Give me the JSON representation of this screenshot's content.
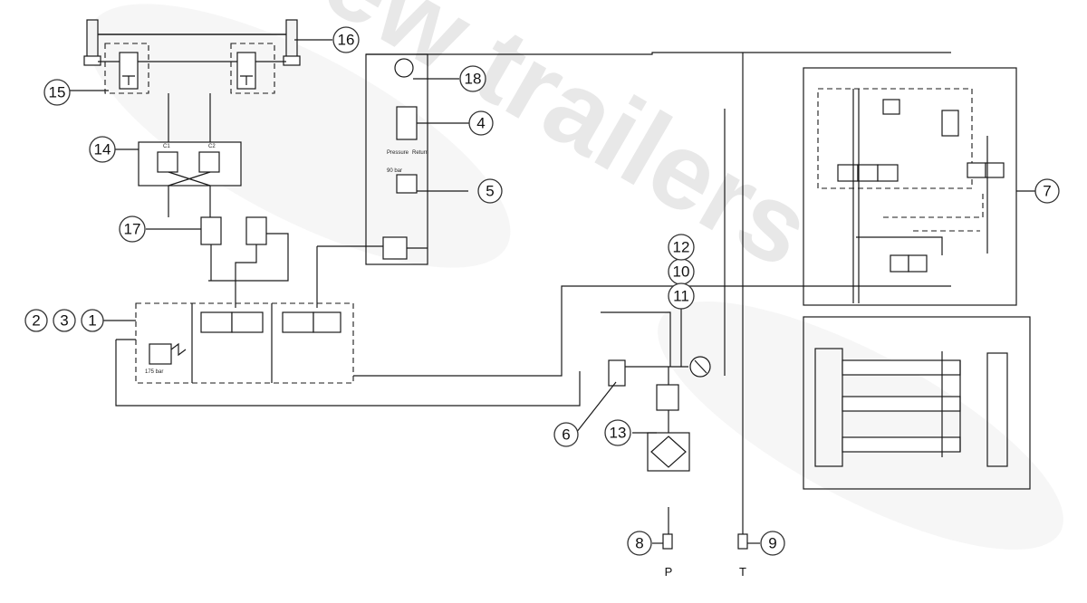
{
  "watermark": {
    "brand_text": "new trailers",
    "color": "#9a9a9a"
  },
  "callouts": [
    {
      "id": "c1",
      "label": "1"
    },
    {
      "id": "c2",
      "label": "2"
    },
    {
      "id": "c3",
      "label": "3"
    },
    {
      "id": "c4",
      "label": "4"
    },
    {
      "id": "c5",
      "label": "5"
    },
    {
      "id": "c6",
      "label": "6"
    },
    {
      "id": "c7",
      "label": "7"
    },
    {
      "id": "c8",
      "label": "8"
    },
    {
      "id": "c9",
      "label": "9"
    },
    {
      "id": "c10",
      "label": "10"
    },
    {
      "id": "c11",
      "label": "11"
    },
    {
      "id": "c12",
      "label": "12"
    },
    {
      "id": "c13",
      "label": "13"
    },
    {
      "id": "c14",
      "label": "14"
    },
    {
      "id": "c15",
      "label": "15"
    },
    {
      "id": "c16",
      "label": "16"
    },
    {
      "id": "c17",
      "label": "17"
    },
    {
      "id": "c18",
      "label": "18"
    }
  ],
  "ports": {
    "pressure": "P",
    "tank": "T"
  },
  "small_labels": {
    "relief_setting": "175 bar",
    "pressure_return_a": "Pressure",
    "pressure_return_b": "Return",
    "relief_90": "90 bar",
    "c1": "C1",
    "c2": "C2"
  },
  "line_color": "#1a1a1a"
}
